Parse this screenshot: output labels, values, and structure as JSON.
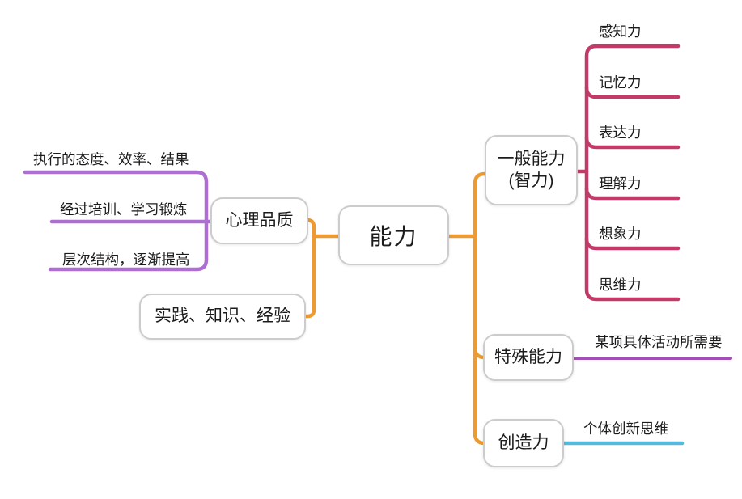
{
  "colors": {
    "orange": "#EC9A33",
    "purple": "#AE6FD2",
    "crimson": "#C13A68",
    "violet": "#A44FB5",
    "blue": "#56B9DA"
  },
  "nodes": {
    "root": {
      "label": "能力"
    },
    "psych": {
      "label": "心理品质"
    },
    "practice": {
      "label": "实践、知识、经验"
    },
    "general": {
      "line1": "一般能力",
      "line2": "(智力)"
    },
    "special": {
      "label": "特殊能力"
    },
    "creative": {
      "label": "创造力"
    }
  },
  "left_leaves": [
    {
      "label": "执行的态度、效率、结果"
    },
    {
      "label": "经过培训、学习锻炼"
    },
    {
      "label": "层次结构，逐渐提高"
    }
  ],
  "general_leaves": [
    {
      "label": "感知力"
    },
    {
      "label": "记忆力"
    },
    {
      "label": "表达力"
    },
    {
      "label": "理解力"
    },
    {
      "label": "想象力"
    },
    {
      "label": "思维力"
    }
  ],
  "special_leaf": {
    "label": "某项具体活动所需要"
  },
  "creative_leaf": {
    "label": "个体创新思维"
  }
}
